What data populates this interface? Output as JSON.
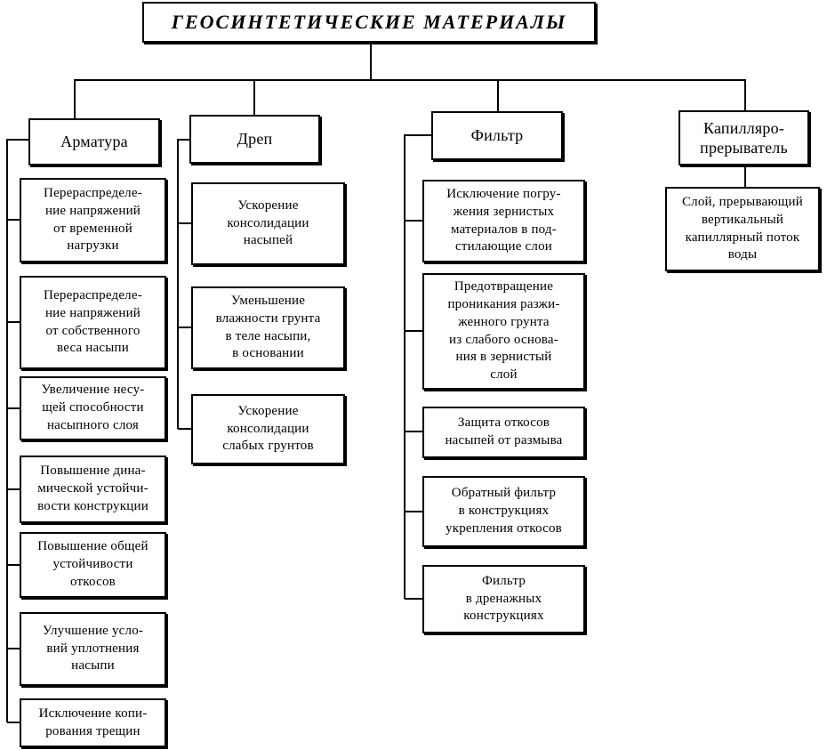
{
  "title": "ГЕОСИНТЕТИЧЕСКИЕ МАТЕРИАЛЫ",
  "diagram": {
    "columns": [
      {
        "header": "Арматура",
        "items": [
          "Перераспределе-\nние напряжений\nот временной\nнагрузки",
          "Перераспределе-\nние напряжений\nот собственного\nвеса насыпи",
          "Увеличение несу-\nщей способности\nнасыпного слоя",
          "Повышение дина-\nмической устойчи-\nвости конструкции",
          "Повышение общей\nустойчивости\nоткосов",
          "Улучшение усло-\nвий уплотнения\nнасыпи",
          "Исключение копи-\nрования трещин"
        ]
      },
      {
        "header": "Дреп",
        "items": [
          "Ускорение\nконсолидации\nнасыпей",
          "Уменьшение\nвлажности грунта\nв теле насыпи,\nв основании",
          "Ускорение\nконсолидации\nслабых грунтов"
        ]
      },
      {
        "header": "Фильтр",
        "items": [
          "Исключение погру-\nжения зернистых\nматериалов в под-\nстилающие слои",
          "Предотвращение\nпроникания разжи-\nженного грунта\nиз слабого основа-\nния в зернистый\nслой",
          "Защита откосов\nнасыпей от размыва",
          "Обратный фильтр\nв конструкциях\nукрепления откосов",
          "Фильтр\nв дренажных\nконструкциях"
        ]
      },
      {
        "header": "Капилляро-\nпрерыватель",
        "items": [
          "Слой, прерывающий\nвертикальный\nкапиллярный поток\nводы"
        ]
      }
    ]
  }
}
